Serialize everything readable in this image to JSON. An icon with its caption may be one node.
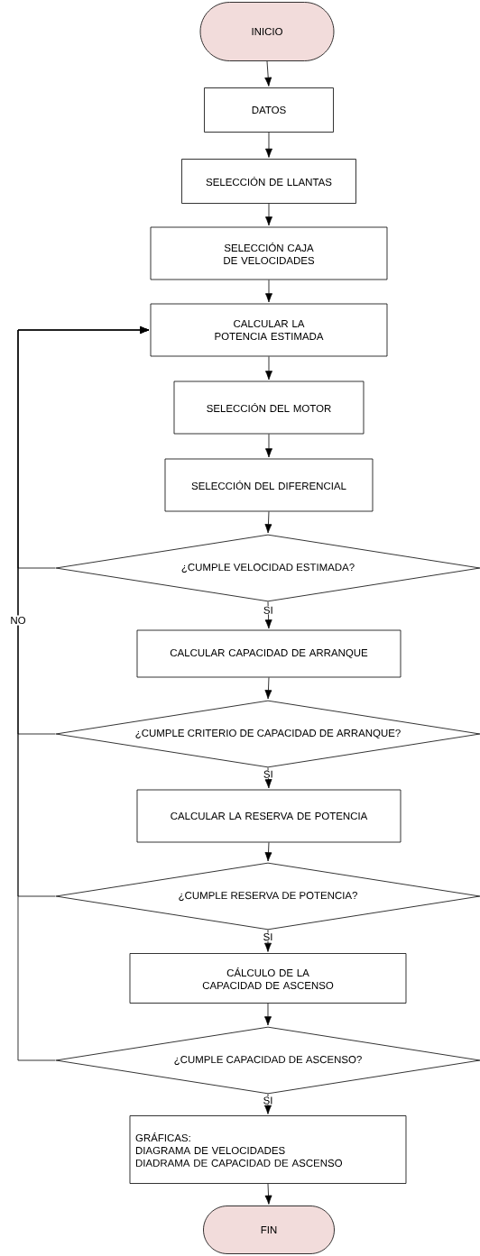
{
  "diagram": {
    "nodes": [
      {
        "text": [
          "INICIO"
        ]
      },
      {
        "text": [
          "DATOS"
        ]
      },
      {
        "text": [
          "SELECCIÓN DE LLANTAS"
        ]
      },
      {
        "text": [
          "SELECCIÓN CAJA DE VELOCIDADES"
        ]
      },
      {
        "text": [
          "CALCULAR LA POTENCIA ESTIMADA"
        ]
      },
      {
        "text": [
          "SELECCIÓN DEL MOTOR"
        ]
      },
      {
        "text": [
          "SELECCIÓN DEL DIFERENCIAL"
        ]
      },
      {
        "text": [
          "¿CUMPLE VELOCIDAD ESTIMADA?"
        ]
      },
      {
        "text": [
          "CALCULAR CAPACIDAD DE ARRANQUE"
        ]
      },
      {
        "text": [
          "¿CUMPLE CRITERIO DE CAPACIDAD DE ARRANQUE?"
        ]
      },
      {
        "text": [
          "CALCULAR LA RESERVA DE POTENCIA"
        ]
      },
      {
        "text": [
          "¿CUMPLE RESERVA DE POTENCIA?"
        ]
      },
      {
        "text": [
          "CÁLCULO DE LA CAPACIDAD DE ASCENSO"
        ]
      },
      {
        "text": [
          "¿CUMPLE CAPACIDAD DE ASCENSO?"
        ]
      },
      {
        "text": [
          "GRÁFICAS:",
          "DIAGRAMA DE VELOCIDADES",
          "DIADRAMA DE CAPACIDAD DE ASCENSO"
        ]
      },
      {
        "text": [
          "FIN"
        ]
      }
    ],
    "edges": [
      {
        "from": 0,
        "to": 1,
        "arrow": "to"
      },
      {
        "from": 1,
        "to": 2,
        "arrow": "to"
      },
      {
        "from": 2,
        "to": 3,
        "arrow": "to"
      },
      {
        "from": 3,
        "to": 4,
        "arrow": "to"
      },
      {
        "from": 4,
        "to": 5,
        "arrow": "to"
      },
      {
        "from": 5,
        "to": 6,
        "arrow": "to"
      },
      {
        "from": 6,
        "to": 7,
        "arrow": "to"
      },
      {
        "from": 7,
        "to": 8,
        "arrow": "to",
        "label": "SI"
      },
      {
        "from": 8,
        "to": 9,
        "arrow": "to"
      },
      {
        "from": 9,
        "to": 10,
        "arrow": "to",
        "label": "SI"
      },
      {
        "from": 10,
        "to": 11,
        "arrow": "to"
      },
      {
        "from": 11,
        "to": 12,
        "arrow": "to",
        "label": "SI"
      },
      {
        "from": 12,
        "to": 13,
        "arrow": "to"
      },
      {
        "from": 13,
        "to": 14,
        "arrow": "to",
        "label": "SI"
      },
      {
        "from": 14,
        "to": 15,
        "arrow": "to"
      },
      {
        "from": 7,
        "to": 4,
        "arrow": "to"
      },
      {
        "from": 9,
        "to": 4,
        "arrow": "to",
        "label": "NO"
      },
      {
        "from": 11,
        "to": 4,
        "arrow": "to"
      },
      {
        "from": 13,
        "to": 4,
        "arrow": "to"
      }
    ]
  }
}
